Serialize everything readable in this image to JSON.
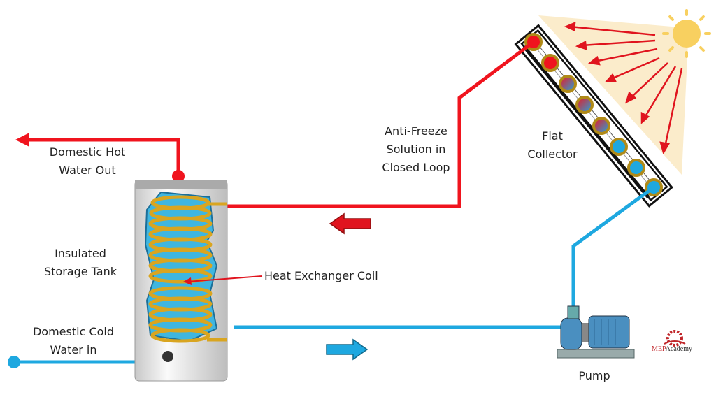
{
  "labels": {
    "hot_out": [
      "Domestic Hot",
      "Water Out"
    ],
    "tank": [
      "Insulated",
      "Storage Tank"
    ],
    "cold_in": [
      "Domestic Cold",
      "Water in"
    ],
    "coil": "Heat Exchanger Coil",
    "loop": [
      "Anti-Freeze",
      "Solution in",
      "Closed Loop"
    ],
    "collector": [
      "Flat",
      "Collector"
    ],
    "pump": "Pump"
  },
  "logo": {
    "text_a": "MEP",
    "text_b": "Academy"
  },
  "colors": {
    "hot": "#f0141e",
    "cold": "#1ea8e0",
    "coil": "#d9a520",
    "sun": "#f8d060",
    "sun_rays": "#fbeccb"
  }
}
